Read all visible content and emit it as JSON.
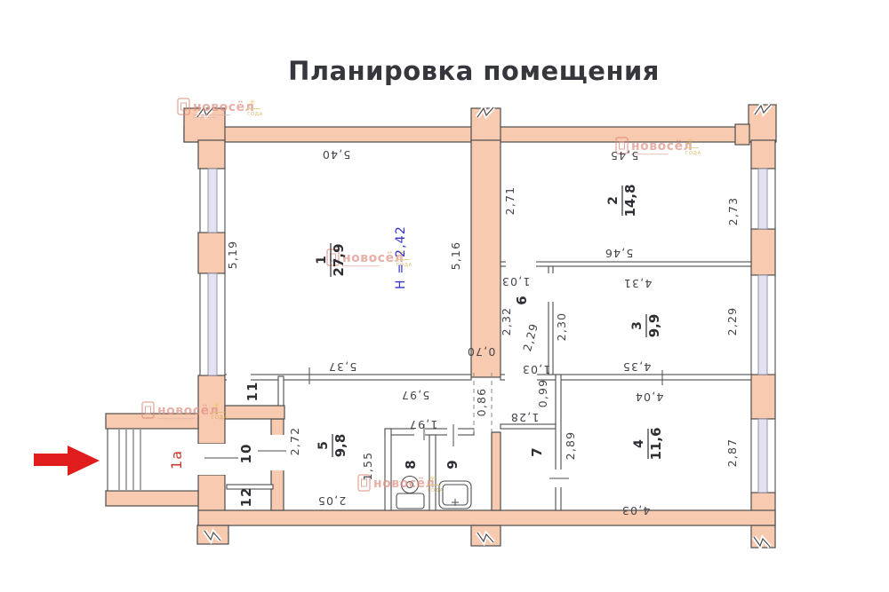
{
  "title": "Планировка помещения",
  "watermark": {
    "brand": "новосёл",
    "badge": "ГОДА"
  },
  "entrance_label": "1а",
  "height_note": "Н = 2,42",
  "rooms": {
    "r1": {
      "num": "1",
      "area": "27,9"
    },
    "r2": {
      "num": "2",
      "area": "14,8"
    },
    "r3": {
      "num": "3",
      "area": "9,9"
    },
    "r4": {
      "num": "4",
      "area": "11,6"
    },
    "r5": {
      "num": "5",
      "area": "9,8"
    },
    "r6": {
      "num": "6"
    },
    "r7": {
      "num": "7"
    },
    "r8": {
      "num": "8"
    },
    "r9": {
      "num": "9"
    },
    "r10": {
      "num": "10"
    },
    "r11": {
      "num": "11"
    },
    "r12": {
      "num": "12"
    }
  },
  "dims": {
    "r1_top": "5,40",
    "r1_bottom": "5,37",
    "r1_left": "5,19",
    "r1_right": "5,16",
    "r2_top": "5,45",
    "r2_bottom": "5,46",
    "r2_left": "2,71",
    "r2_right": "2,73",
    "r3_top": "4,31",
    "r3_bottom": "4,35",
    "r3_left": "2,30",
    "r3_right": "2,29",
    "r4_top": "4,04",
    "r4_bottom": "4,03",
    "r4_left": "2,89",
    "r4_right": "2,87",
    "r5_top": "5,97",
    "r5_bottom": "2,05",
    "r5_left": "2,72",
    "r5_inner": "1,55",
    "r6_top": "1,03",
    "r6_bottom": "1,03",
    "r6_left": "2,32",
    "r6_mid": "2,29",
    "door_r1": "0,70",
    "passage": "0,86",
    "hall_w": "1,28",
    "hall_h": "0,99",
    "bath_top": "1,97"
  },
  "colors": {
    "wall": "#f8cbb1",
    "outline": "#4d4d4d",
    "window_glass": "#e2e2f2",
    "height_text": "#3434c8",
    "entrance_text": "#c53a32",
    "arrow": "#e11c1c",
    "watermark": "#e09186",
    "badge": "#c9a43e"
  }
}
